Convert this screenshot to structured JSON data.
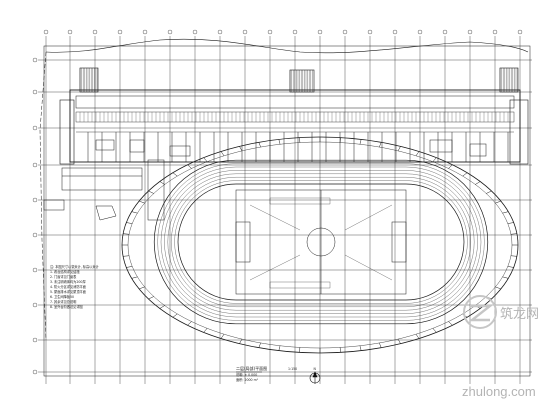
{
  "drawing": {
    "caption": "二层(局部)平面图",
    "caption_scale": "1:150",
    "caption_note_1": "说明: ± 0.000",
    "caption_note_2": "面积: 2000 m²",
    "north_label": "N"
  },
  "notes": {
    "lines": [
      "注: 本图尺寸以毫米计, 标高以米计",
      "1. 看台结构详见结施",
      "2. 门窗详见门窗表",
      "3. 未注明墙体均为200厚",
      "4. 防火分区详见消防平面",
      "5. 屋面排水详见屋顶平面",
      "6. 卫生间降板50",
      "7. 其余详见总说明",
      "8. 室外台阶做法见详图"
    ]
  },
  "watermark": {
    "brand": "zhulong.com",
    "logo_text": "筑龙网"
  },
  "colors": {
    "line": "#1a1a1a",
    "grid": "#2a2a2a",
    "hatch": "#333333",
    "watermark": "#bdbdbd"
  }
}
